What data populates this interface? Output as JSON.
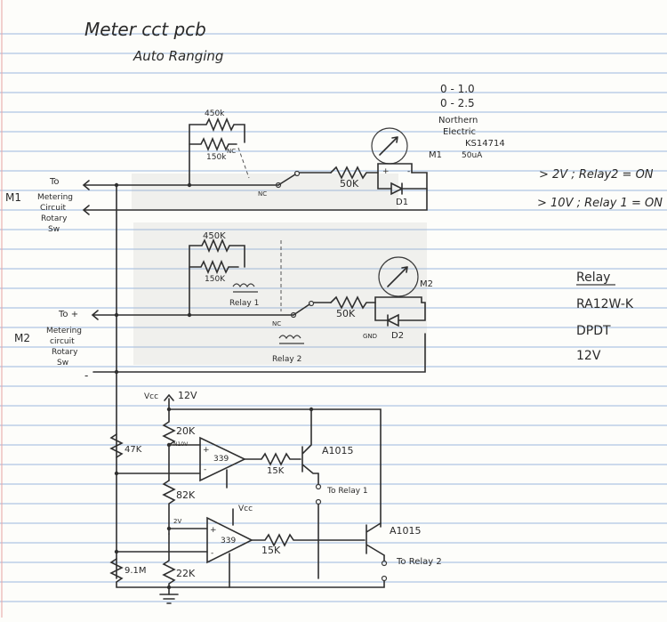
{
  "title": "Meter cct pcb",
  "subtitle": "Auto Ranging",
  "ranges": [
    "0 - 1.0",
    "0 - 2.5"
  ],
  "meter_info": {
    "maker_line1": "Northern",
    "maker_line2": "Electric",
    "model": "KS14714",
    "current": "50uA"
  },
  "conditions": [
    "> 2V ; Relay2 = ON",
    "> 10V ; Relay 1 = ON"
  ],
  "relay_spec": {
    "heading": "Relay",
    "part": "RA12W-K",
    "type": "DPDT",
    "voltage": "12V"
  },
  "section_m1": {
    "label": "M1",
    "to": "To",
    "line1": "Metering",
    "line2": "Circuit",
    "line3": "Rotary",
    "line4": "Sw",
    "r_top": "450k",
    "r_bot": "150k",
    "nc": "NC",
    "nc2": "NC",
    "series_r": "50K",
    "meter": "M1",
    "diode": "D1"
  },
  "section_m2": {
    "label": "M2",
    "to": "To +",
    "line1": "Metering",
    "line2": "circuit",
    "line3": "Rotary",
    "line4": "Sw",
    "r_top": "450K",
    "r_bot": "150K",
    "relay1": "Relay 1",
    "nc": "NC",
    "series_r": "50K",
    "meter": "M2",
    "diode": "D2",
    "gnd": "GND",
    "relay2": "Relay 2",
    "minus": "-"
  },
  "comparator": {
    "vcc": "Vcc",
    "v12": "12V",
    "r20k": "20K",
    "ref10": "N10V",
    "r47k": "47K",
    "op1": "339",
    "r15k_1": "15K",
    "q1": "A1015",
    "to_relay1": "To Relay 1",
    "r82k": "82K",
    "ref2": "2V",
    "vcc2": "Vcc",
    "op2": "339",
    "r15k_2": "15K",
    "q2": "A1015",
    "to_relay2": "To Relay 2",
    "r91m": "9.1M",
    "r22k": "22K"
  }
}
